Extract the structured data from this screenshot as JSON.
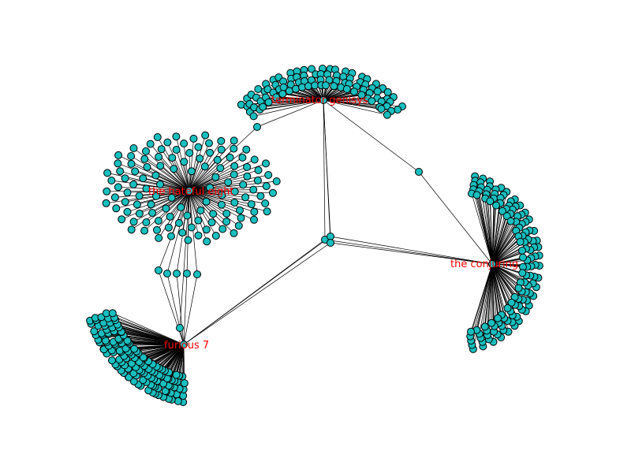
{
  "graph": {
    "node_color": "#19bfbf",
    "edge_color": "#000000",
    "label_color": "#ff0000",
    "hubs": [
      {
        "id": "terminator-genisys",
        "label": "terminator genisys"
      },
      {
        "id": "the-hateful-eight",
        "label": "the hateful eight"
      },
      {
        "id": "the-conjuring",
        "label": "the conjuring"
      },
      {
        "id": "furious-7",
        "label": "furious 7"
      }
    ],
    "groups": [
      {
        "hub": "terminator-genisys",
        "shape": "arc",
        "count": 92
      },
      {
        "hub": "the-hateful-eight",
        "shape": "disc",
        "count": 125
      },
      {
        "hub": "the-conjuring",
        "shape": "arc",
        "count": 130
      },
      {
        "hub": "furious-7",
        "shape": "arc",
        "count": 140
      }
    ],
    "shared_nodes": [
      {
        "hubs": [
          "terminator-genisys",
          "the-hateful-eight"
        ]
      },
      {
        "hubs": [
          "terminator-genisys",
          "the-conjuring"
        ]
      },
      {
        "hubs": [
          "terminator-genisys",
          "the-conjuring",
          "furious-7"
        ]
      },
      {
        "hubs": [
          "terminator-genisys",
          "the-conjuring",
          "furious-7"
        ]
      },
      {
        "hubs": [
          "terminator-genisys",
          "the-conjuring",
          "furious-7"
        ]
      },
      {
        "hubs": [
          "the-hateful-eight",
          "furious-7"
        ]
      },
      {
        "hubs": [
          "the-hateful-eight",
          "furious-7"
        ]
      },
      {
        "hubs": [
          "the-hateful-eight",
          "furious-7"
        ]
      },
      {
        "hubs": [
          "the-hateful-eight",
          "furious-7"
        ]
      },
      {
        "hubs": [
          "the-hateful-eight",
          "furious-7"
        ]
      },
      {
        "hubs": [
          "the-hateful-eight",
          "furious-7"
        ]
      }
    ]
  }
}
